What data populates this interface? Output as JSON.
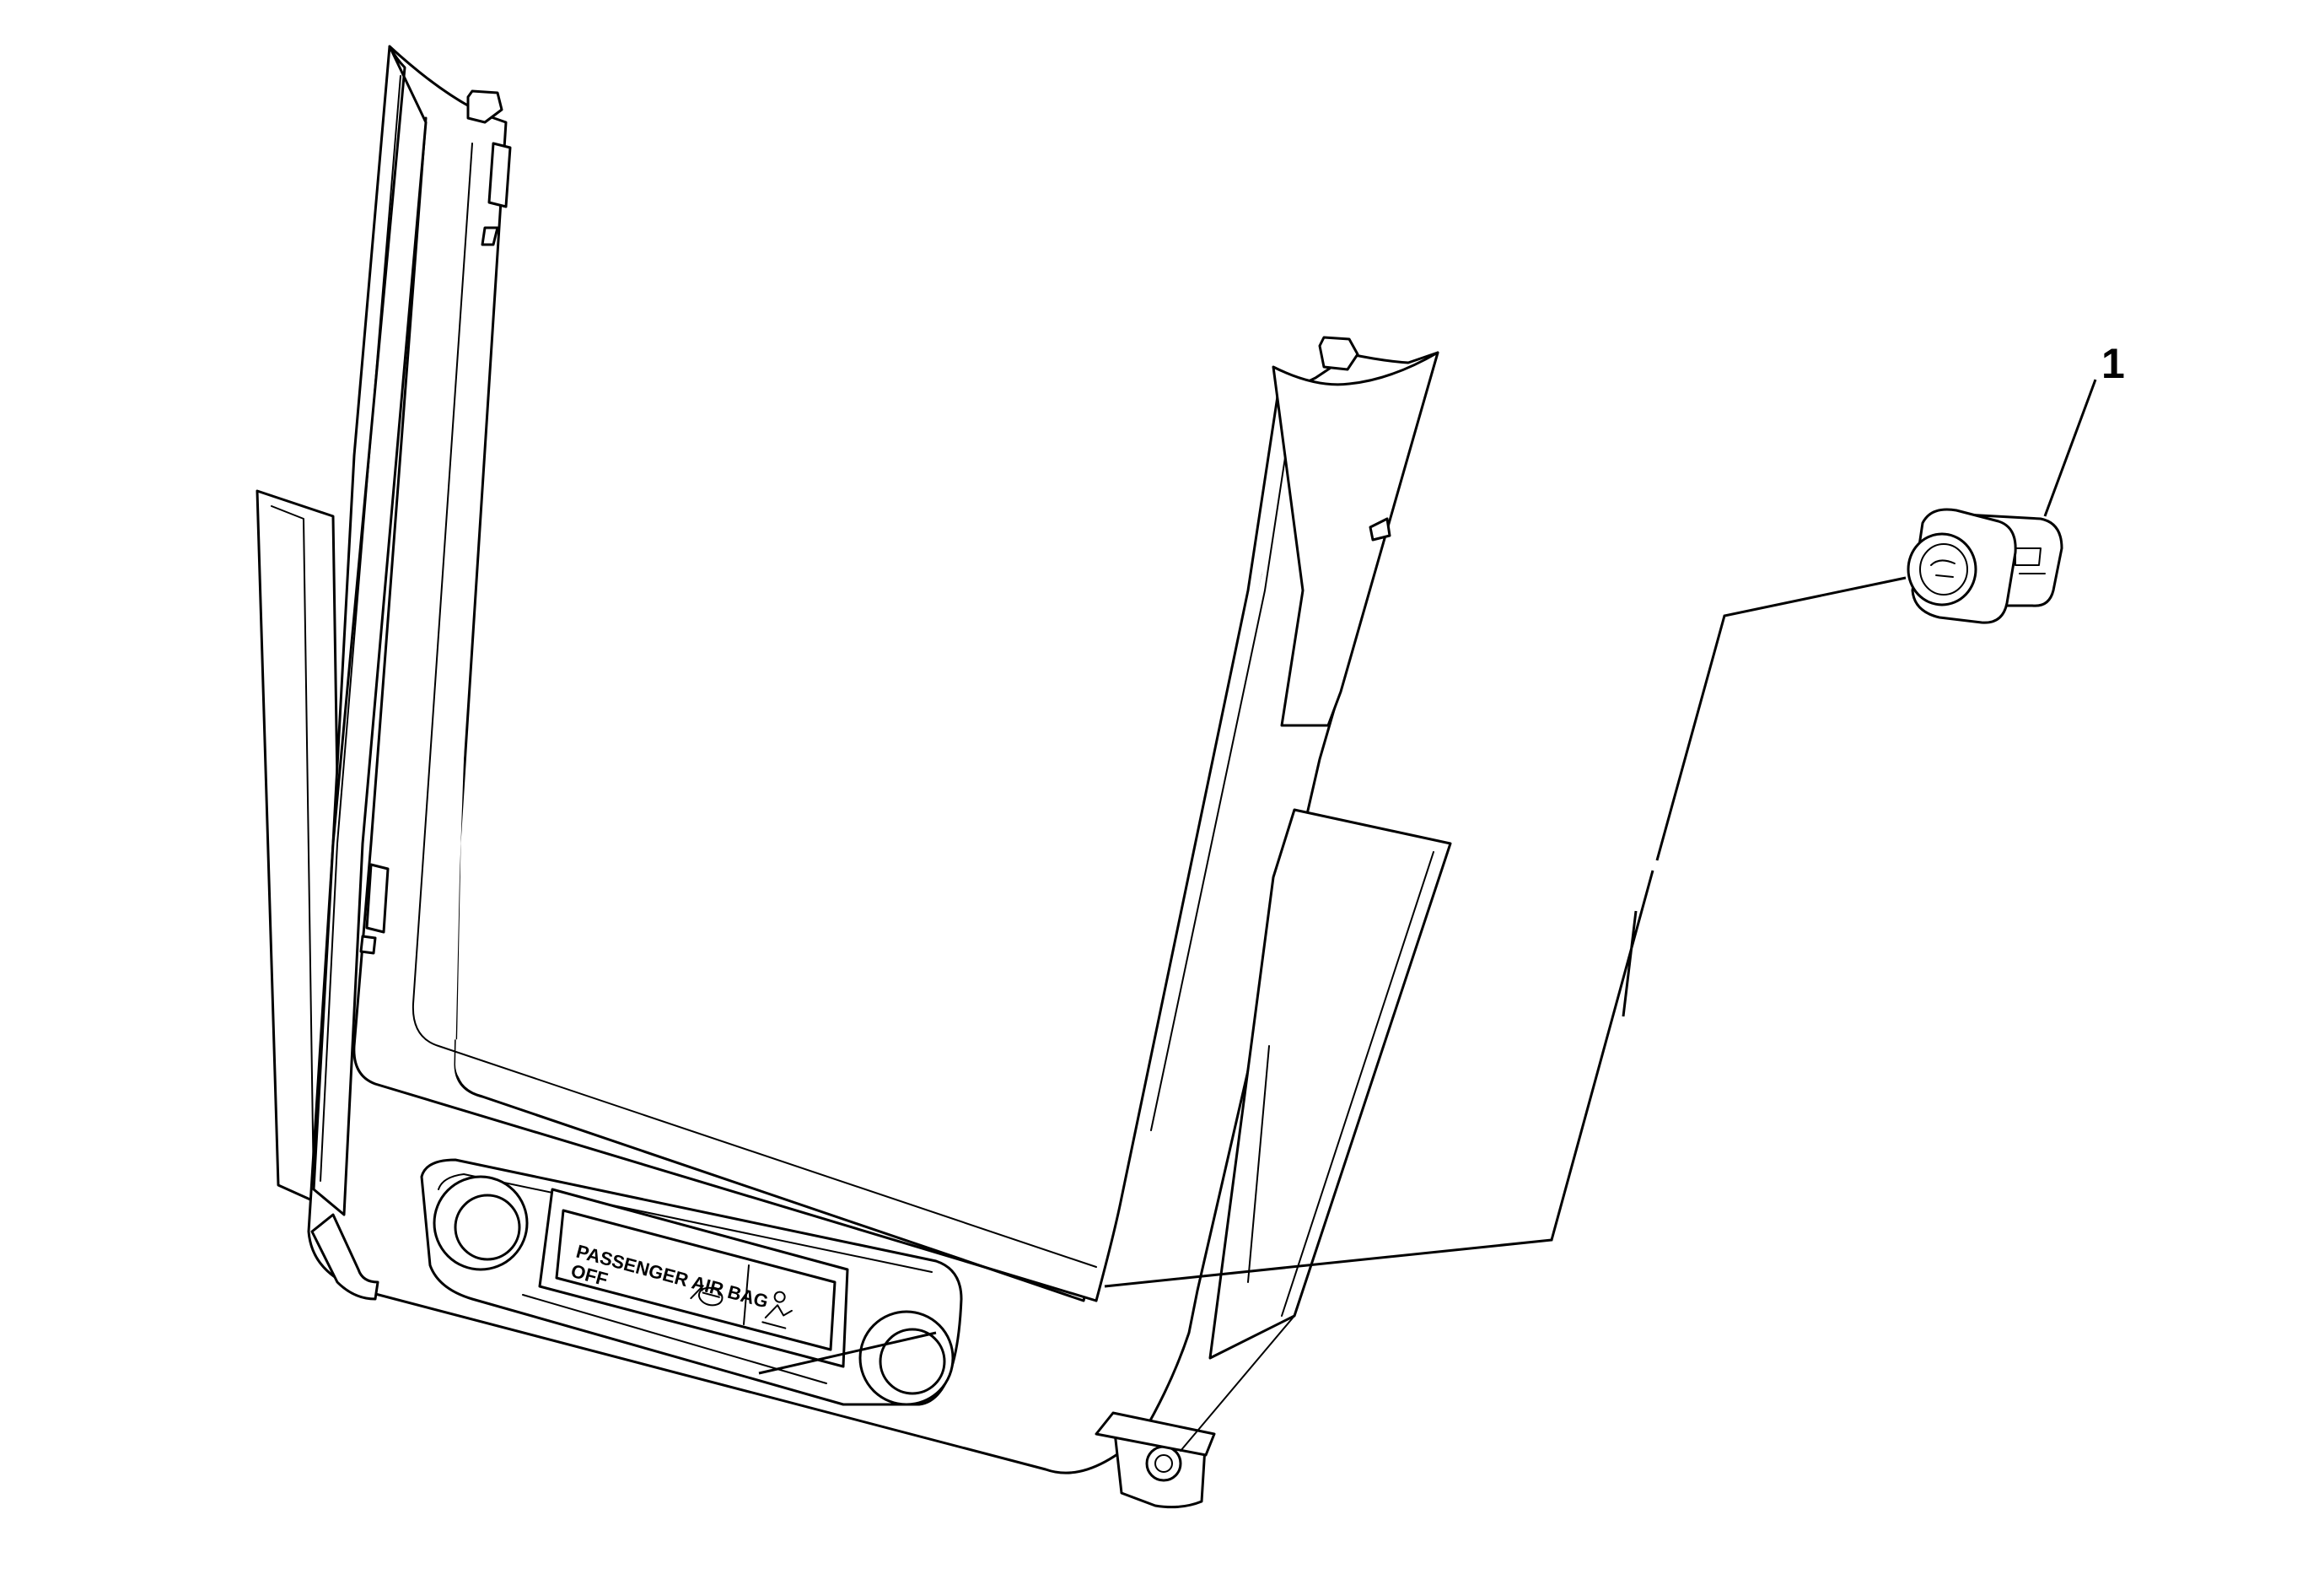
{
  "callouts": [
    {
      "number": "1",
      "target": "passenger air bag indicator switch"
    }
  ],
  "panel_label": {
    "line1": "PASSENGER AIR BAG",
    "line2": "OFF",
    "icon_left": "airbag-off-icon",
    "icon_right": "seat-person-off-icon"
  },
  "colors": {
    "line": "#000000",
    "background": "#ffffff"
  }
}
